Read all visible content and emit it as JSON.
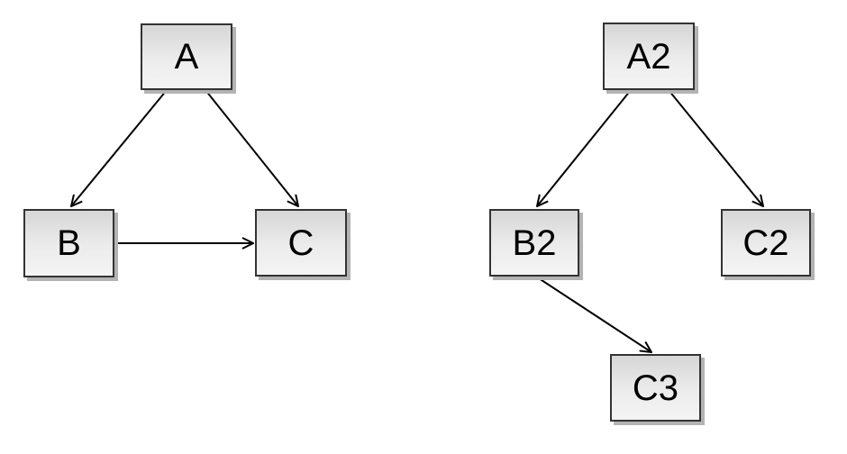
{
  "diagram": {
    "type": "directed-graph",
    "background": "#ffffff",
    "colors": {
      "node_fill_top": "#d6d6d6",
      "node_fill_bottom": "#f4f4f4",
      "node_border": "#333333",
      "node_shadow": "#b3b3b3",
      "edge": "#000000",
      "text": "#000000"
    },
    "left_graph": {
      "nodes": [
        {
          "id": "A",
          "label": "A"
        },
        {
          "id": "B",
          "label": "B"
        },
        {
          "id": "C",
          "label": "C"
        }
      ],
      "edges": [
        {
          "from": "A",
          "to": "B",
          "arrow": "to"
        },
        {
          "from": "A",
          "to": "C",
          "arrow": "to"
        },
        {
          "from": "B",
          "to": "C",
          "arrow": "to"
        }
      ]
    },
    "right_graph": {
      "nodes": [
        {
          "id": "A2",
          "label": "A2"
        },
        {
          "id": "B2",
          "label": "B2"
        },
        {
          "id": "C2",
          "label": "C2"
        },
        {
          "id": "C3",
          "label": "C3"
        }
      ],
      "edges": [
        {
          "from": "A2",
          "to": "B2",
          "arrow": "to"
        },
        {
          "from": "A2",
          "to": "C2",
          "arrow": "to"
        },
        {
          "from": "B2",
          "to": "C3",
          "arrow": "to"
        }
      ]
    }
  }
}
